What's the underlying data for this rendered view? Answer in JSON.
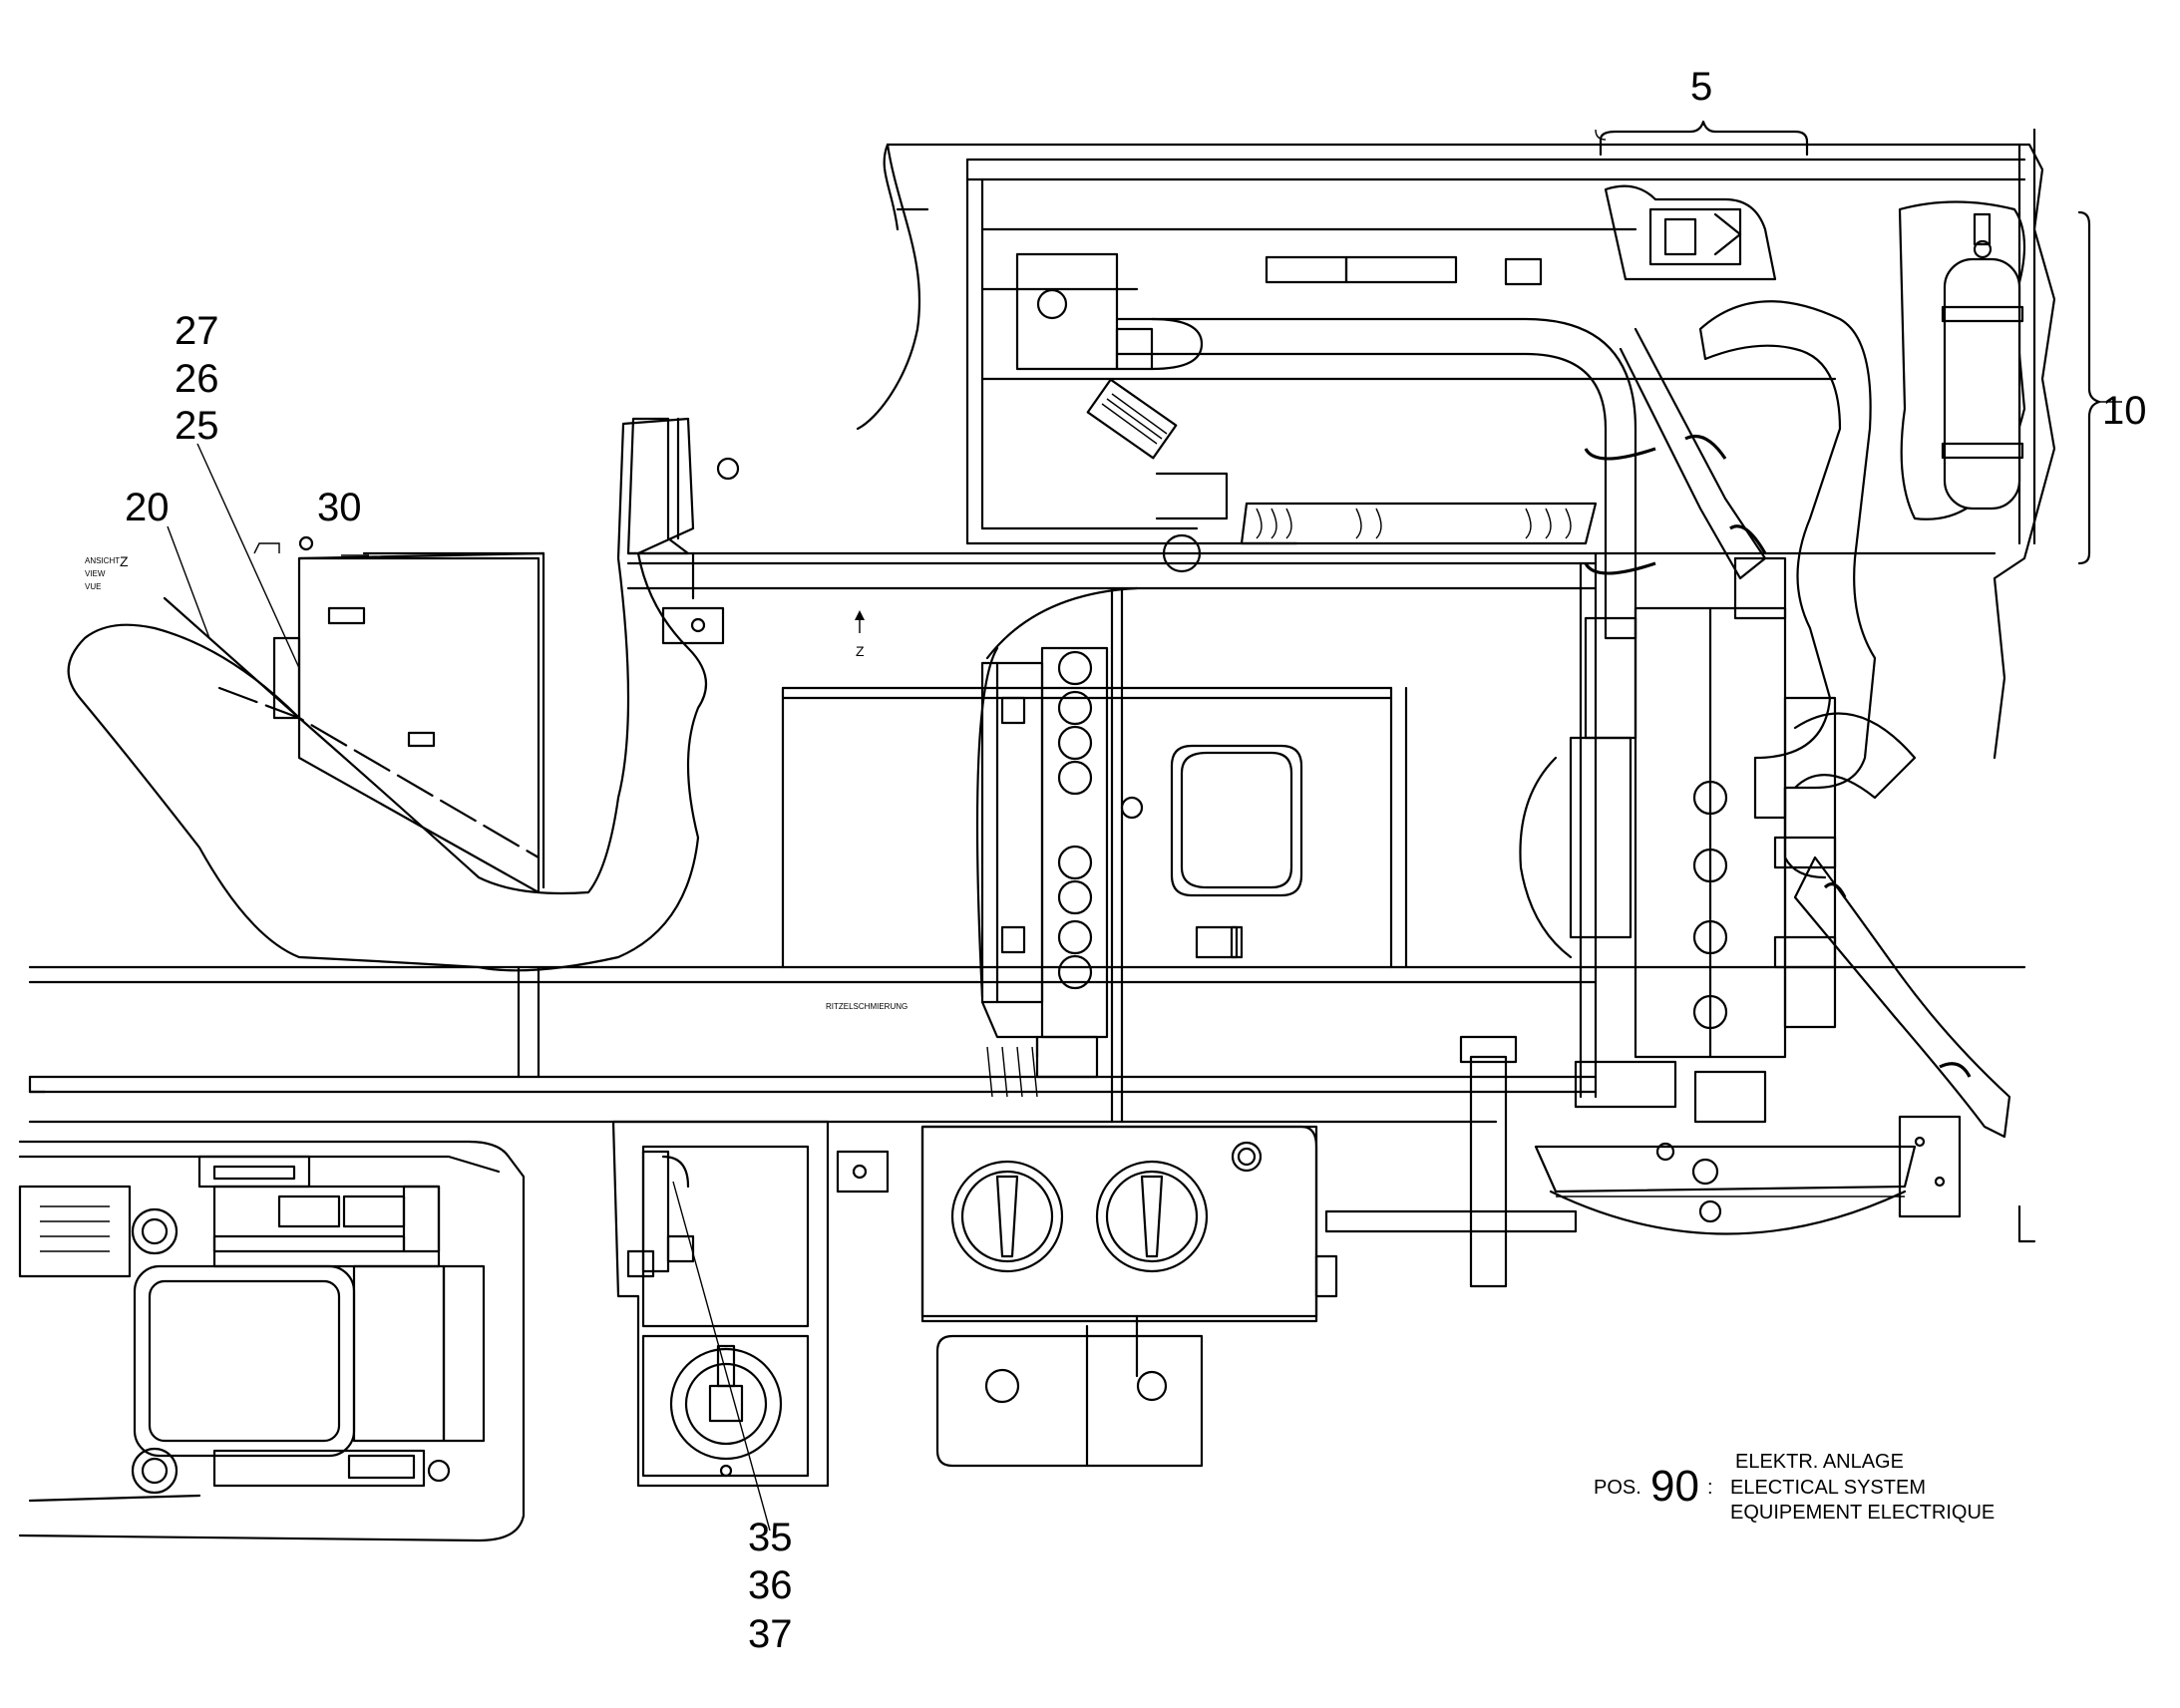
{
  "callouts": {
    "c5": "5",
    "c10": "10",
    "c27": "27",
    "c26": "26",
    "c25": "25",
    "c20": "20",
    "c30": "30",
    "c35": "35",
    "c36": "36",
    "c37": "37"
  },
  "view_marker": {
    "line1": "ANSICHT",
    "letter": "Z",
    "line2": "VIEW",
    "line3": "VUE"
  },
  "arrow_label": "Z",
  "engraving": "RITZELSCHMIERUNG",
  "legend": {
    "pos_label": "POS.",
    "pos_number": "90",
    "separator": ":",
    "de": "ELEKTR. ANLAGE",
    "en": "ELECTICAL SYSTEM",
    "fr": "EQUIPEMENT ELECTRIQUE"
  }
}
